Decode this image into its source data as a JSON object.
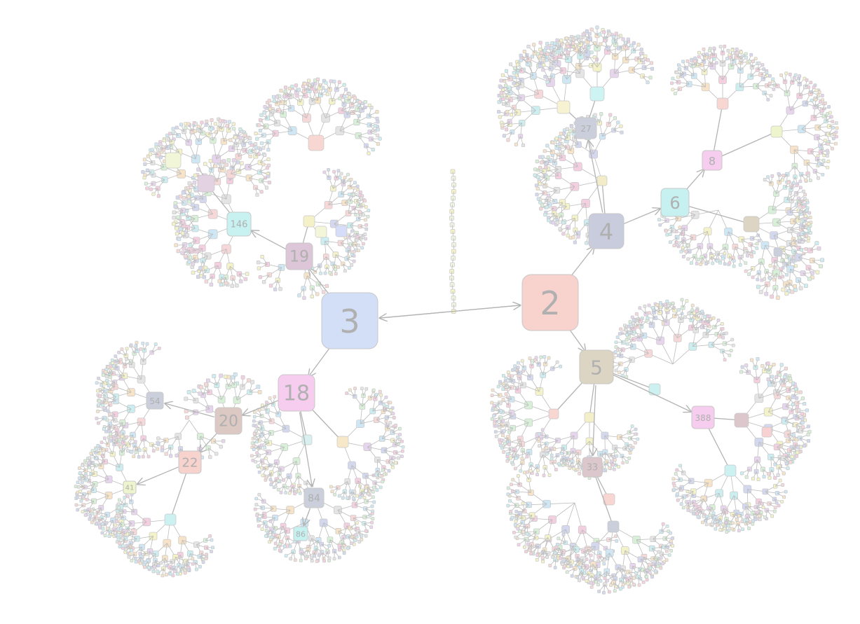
{
  "palette": [
    "#f3cfe0",
    "#cfe7f4",
    "#f4f2c8",
    "#d4d8ee",
    "#f6d8d8",
    "#d8efd8",
    "#e6d5ec",
    "#f6e3c8",
    "#cdeef0",
    "#e4e4e4"
  ],
  "nodes": [
    {
      "id": "2",
      "label": "2",
      "color": "#f8d2cd"
    },
    {
      "id": "3",
      "label": "3",
      "color": "#d3dff6"
    },
    {
      "id": "4",
      "label": "4",
      "color": "#c8ccdc"
    },
    {
      "id": "5",
      "label": "5",
      "color": "#ddd5c3"
    },
    {
      "id": "6",
      "label": "6",
      "color": "#c7f1f1"
    },
    {
      "id": "8",
      "label": "8",
      "color": "#f6cdee"
    },
    {
      "id": "18",
      "label": "18",
      "color": "#f6cdef"
    },
    {
      "id": "19",
      "label": "19",
      "color": "#dcc6d8"
    },
    {
      "id": "20",
      "label": "20",
      "color": "#ddc9c4"
    },
    {
      "id": "22",
      "label": "22",
      "color": "#f8d2cd"
    },
    {
      "id": "41",
      "label": "41",
      "color": "#eef4cd"
    },
    {
      "id": "84",
      "label": "84",
      "color": "#cbcfdc"
    },
    {
      "id": "86",
      "label": "86",
      "color": "#c6f1f1"
    },
    {
      "id": "146",
      "label": "146",
      "color": "#c8f2f2"
    },
    {
      "id": "388",
      "label": "388",
      "color": "#f6cdee"
    },
    {
      "id": "54",
      "label": "54",
      "color": "#cbcfdc"
    },
    {
      "id": "33",
      "label": "33",
      "color": "#dcc8cc"
    },
    {
      "id": "27x",
      "label": "27",
      "color": "#cbcfdc"
    }
  ],
  "edges": [
    [
      "3",
      "2"
    ],
    [
      "2",
      "3"
    ],
    [
      "2",
      "4"
    ],
    [
      "2",
      "5"
    ],
    [
      "4",
      "6"
    ],
    [
      "6",
      "8"
    ],
    [
      "4",
      "27x"
    ],
    [
      "3",
      "19"
    ],
    [
      "3",
      "18"
    ],
    [
      "19",
      "146"
    ],
    [
      "18",
      "20"
    ],
    [
      "20",
      "22"
    ],
    [
      "20",
      "54"
    ],
    [
      "22",
      "41"
    ],
    [
      "18",
      "84"
    ],
    [
      "84",
      "86"
    ],
    [
      "5",
      "388"
    ],
    [
      "5",
      "33"
    ]
  ]
}
